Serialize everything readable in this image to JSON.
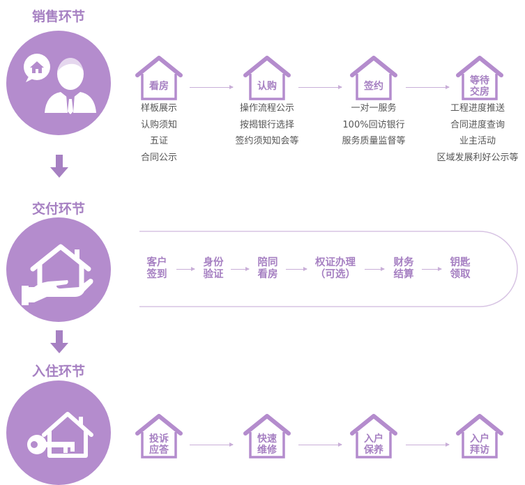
{
  "sections": {
    "sales": {
      "title": "销售环节",
      "steps": [
        {
          "label": [
            "看房"
          ],
          "details": [
            "样板展示",
            "认购须知",
            "五证",
            "合同公示"
          ]
        },
        {
          "label": [
            "认购"
          ],
          "details": [
            "操作流程公示",
            "按揭银行选择",
            "签约须知知会等"
          ]
        },
        {
          "label": [
            "签约"
          ],
          "details": [
            "一对一服务",
            "100%回访银行",
            "服务质量监督等"
          ]
        },
        {
          "label": [
            "等待",
            "交房"
          ],
          "details": [
            "工程进度推送",
            "合同进度查询",
            "业主活动",
            "区域发展利好公示等"
          ]
        }
      ]
    },
    "delivery": {
      "title": "交付环节",
      "steps": [
        [
          "客户",
          "签到"
        ],
        [
          "身份",
          "验证"
        ],
        [
          "陪同",
          "看房"
        ],
        [
          "权证办理",
          "（可选）"
        ],
        [
          "财务",
          "结算"
        ],
        [
          "钥匙",
          "领取"
        ]
      ]
    },
    "checkin": {
      "title": "入住环节",
      "steps": [
        [
          "投诉",
          "应答"
        ],
        [
          "快速",
          "维修"
        ],
        [
          "入户",
          "保养"
        ],
        [
          "入户",
          "拜访"
        ]
      ]
    }
  },
  "colors": {
    "accent": "#a680c2",
    "circle": "#b48ccd",
    "line": "#c9aed8",
    "text": "#555555"
  },
  "icons": {
    "sales": "agent-house-icon",
    "delivery": "hand-house-icon",
    "checkin": "key-house-icon"
  }
}
